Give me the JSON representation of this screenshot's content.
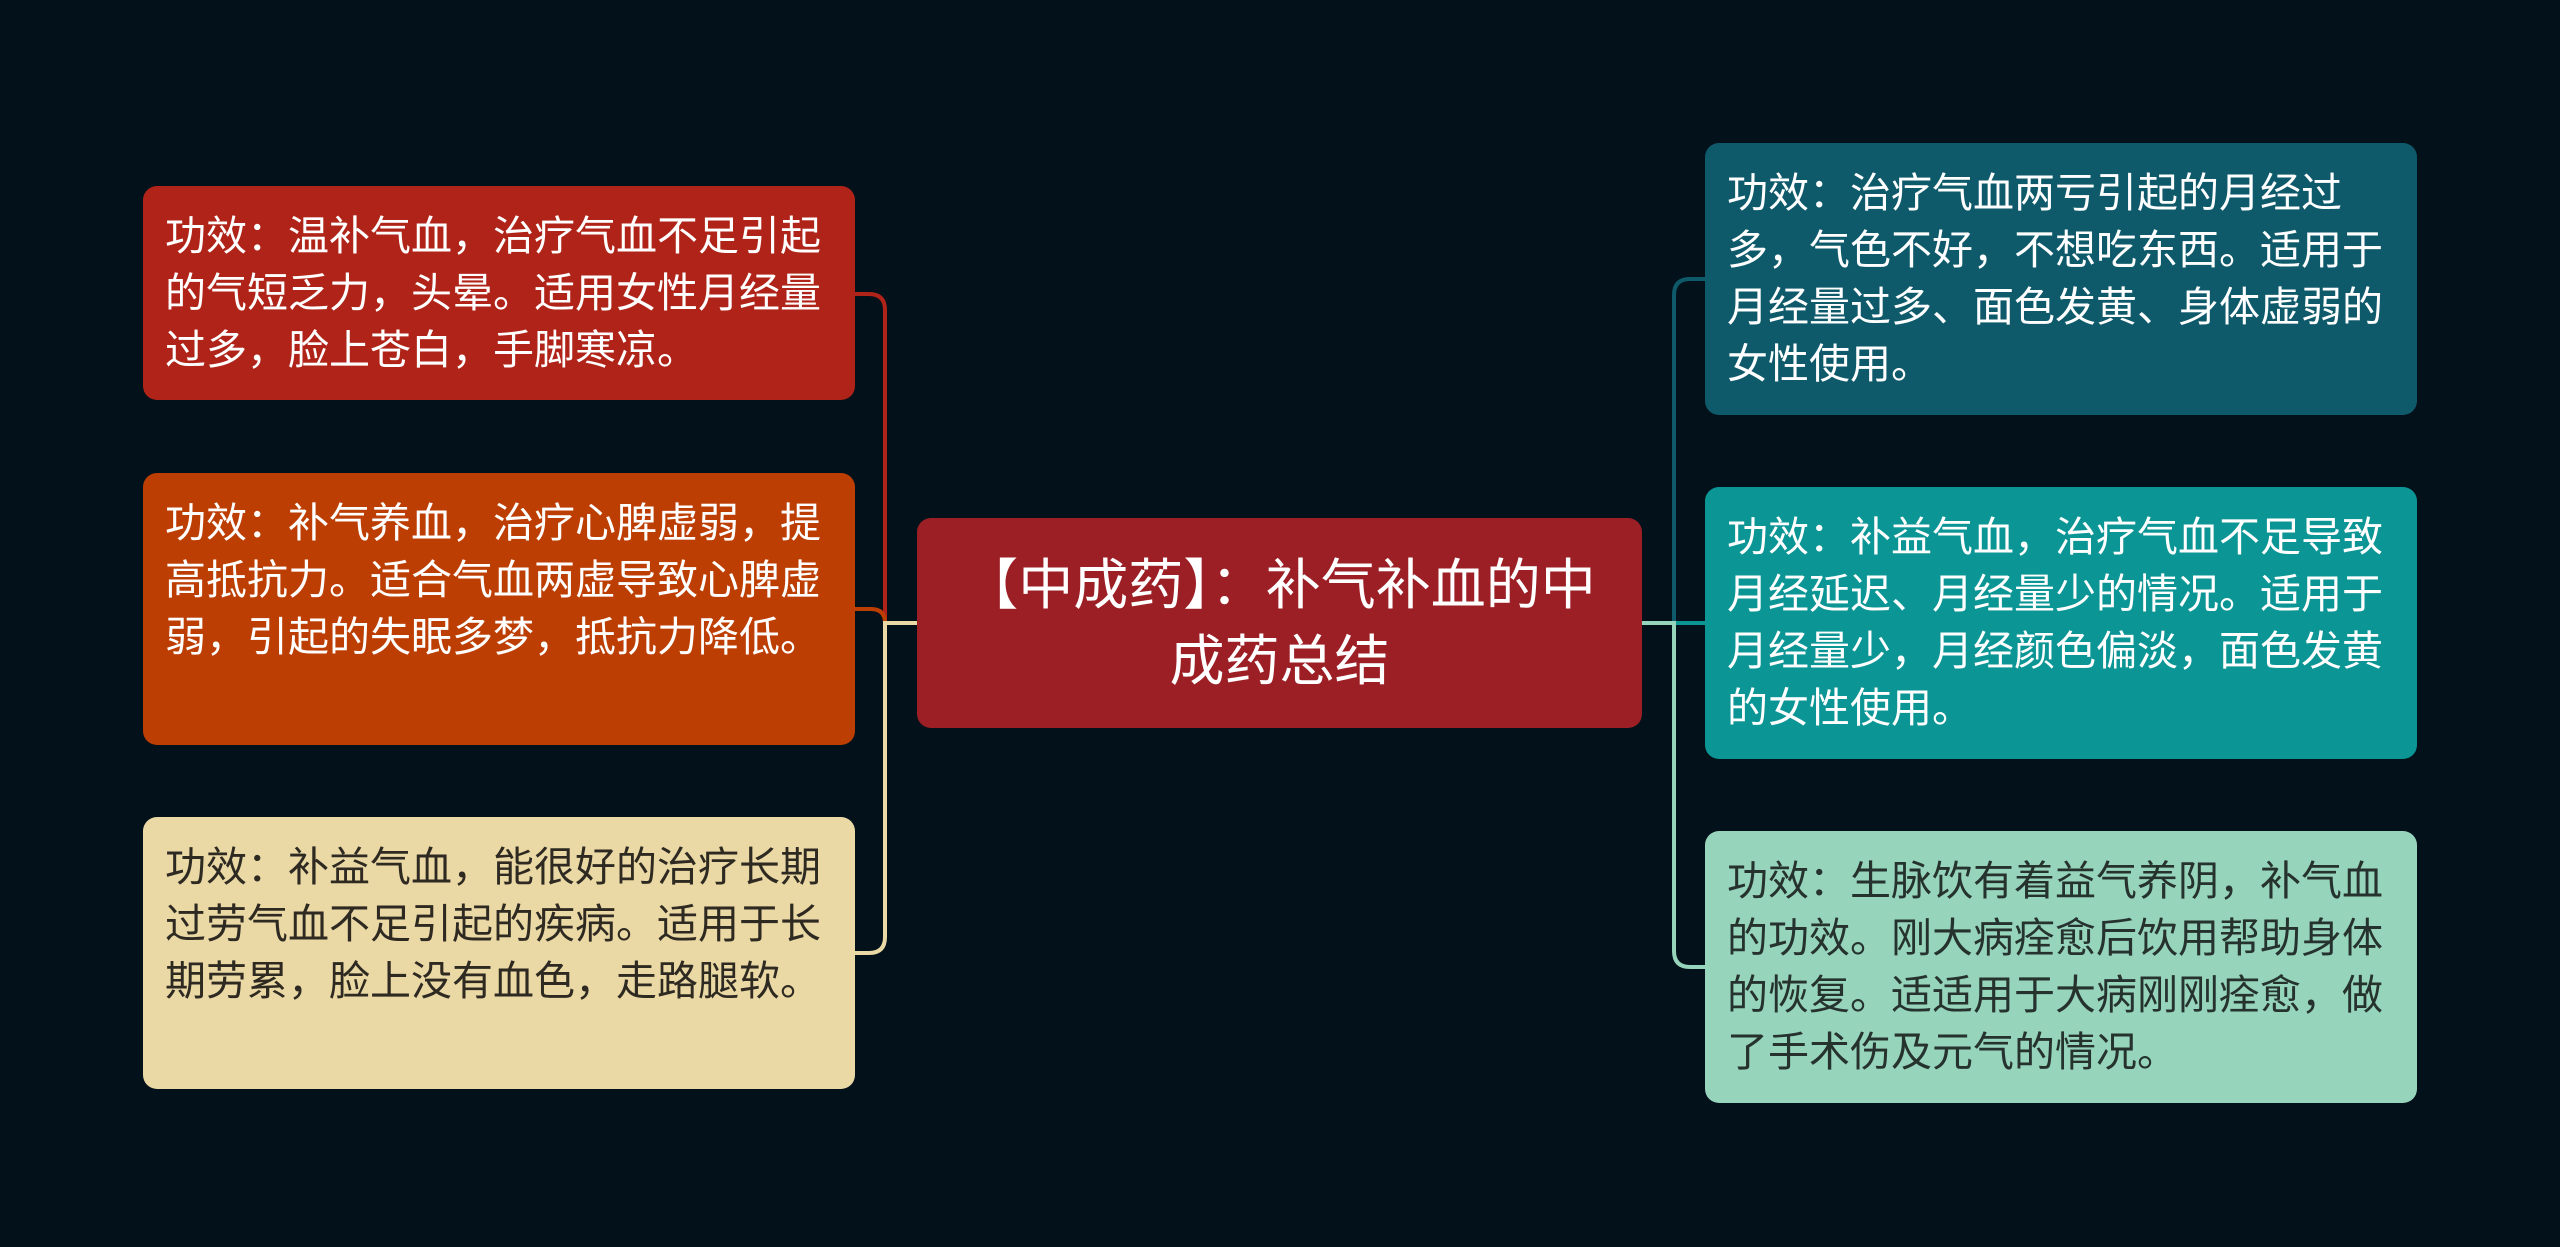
{
  "center": {
    "title": "【中成药】：补气补血的中成药总结"
  },
  "left_nodes": [
    {
      "text": "功效：温补气血，治疗气血不足引起的气短乏力，头晕。适用女性月经量过多，脸上苍白，手脚寒凉。",
      "color": "#b02318"
    },
    {
      "text": "功效：补气养血，治疗心脾虚弱，提高抵抗力。适合气血两虚导致心脾虚弱，引起的失眠多梦，抵抗力降低。",
      "color": "#bd3e03"
    },
    {
      "text": "功效：补益气血，能很好的治疗长期过劳气血不足引起的疾病。适用于长期劳累，脸上没有血色，走路腿软。",
      "color": "#ead8a5"
    }
  ],
  "right_nodes": [
    {
      "text": "功效：治疗气血两亏引起的月经过多，气色不好，不想吃东西。适用于月经量过多、面色发黄、身体虚弱的女性使用。",
      "color": "#0e5a6b"
    },
    {
      "text": "功效：补益气血，治疗气血不足导致月经延迟、月经量少的情况。适用于月经量少，月经颜色偏淡，面色发黄的女性使用。",
      "color": "#0c9595"
    },
    {
      "text": "功效：生脉饮有着益气养阴，补气血的功效。刚大病痊愈后饮用帮助身体的恢复。适适用于大病刚刚痊愈，做了手术伤及元气的情况。",
      "color": "#96d4bc"
    }
  ],
  "colors": {
    "background": "#03111a",
    "center": "#9c1f26",
    "connector_left_1": "#b02318",
    "connector_left_2": "#bd3e03",
    "connector_left_3": "#ead8a5",
    "connector_right_1": "#0e5a6b",
    "connector_right_2": "#0c9595",
    "connector_right_3": "#96d4bc"
  }
}
